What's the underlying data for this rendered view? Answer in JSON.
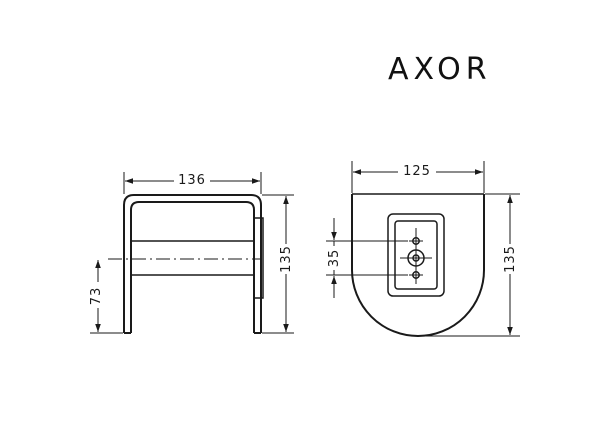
{
  "brand": {
    "logo_text": "AXOR"
  },
  "side_view": {
    "width_dim": "136",
    "height_dim": "135",
    "axis_height_dim": "73"
  },
  "front_view": {
    "width_dim": "125",
    "height_dim": "135",
    "hole_spacing_dim": "35"
  },
  "colors": {
    "line": "#1a1a1a",
    "background": "#ffffff"
  }
}
